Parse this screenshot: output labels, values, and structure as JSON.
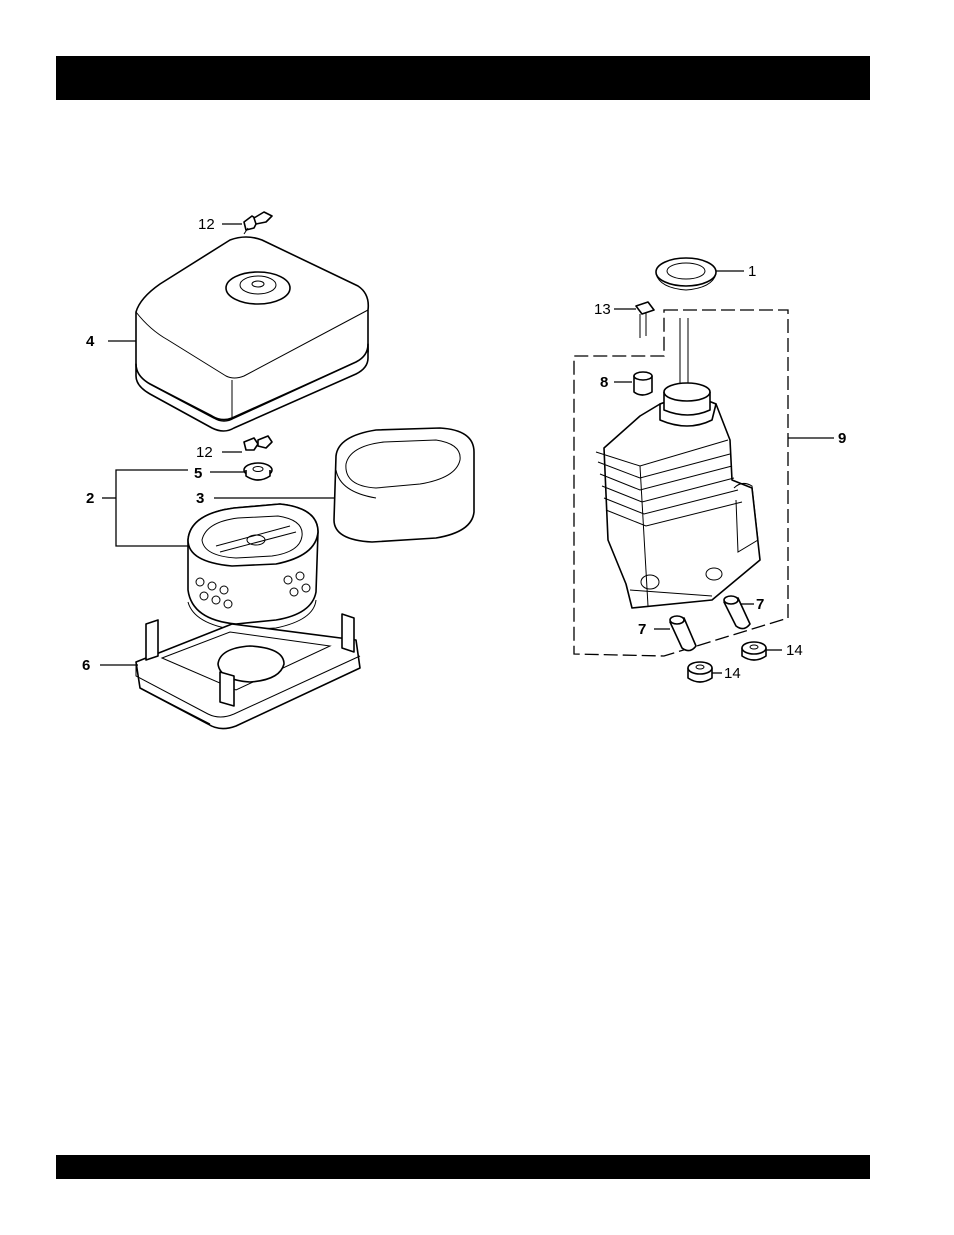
{
  "header_bar": {
    "color": "#000000"
  },
  "footer_bar": {
    "color": "#000000"
  },
  "callouts": {
    "c12a": "12",
    "c4": "4",
    "c12b": "12",
    "c5": "5",
    "c2": "2",
    "c3": "3",
    "c6": "6",
    "c1": "1",
    "c13": "13",
    "c8": "8",
    "c9": "9",
    "c7a": "7",
    "c7b": "7",
    "c14a": "14",
    "c14b": "14"
  }
}
